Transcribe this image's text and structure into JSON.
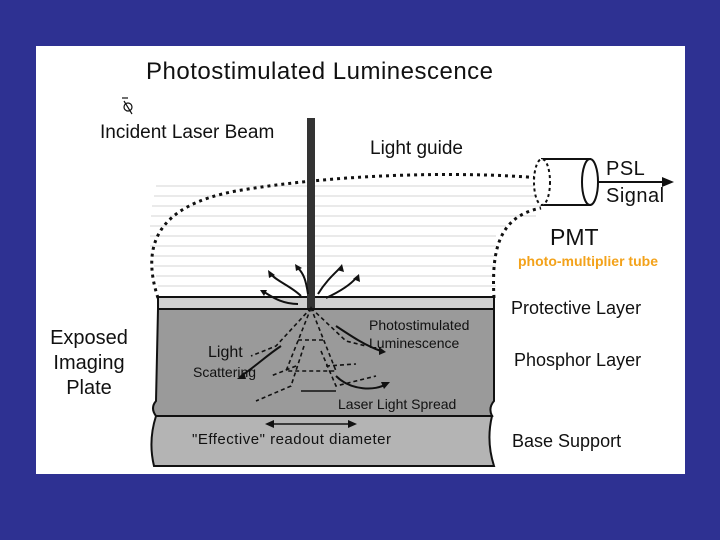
{
  "title": "Photostimulated Luminescence",
  "labels": {
    "incident_beam": "Incident Laser Beam",
    "light_guide": "Light guide",
    "psl_signal_line1": "PSL",
    "psl_signal_line2": "Signal",
    "pmt": "PMT",
    "pmt_full": "photo-multiplier tube",
    "protective_layer": "Protective Layer",
    "phosphor_layer": "Phosphor Layer",
    "base_support": "Base Support",
    "exposed_line1": "Exposed",
    "exposed_line2": "Imaging",
    "exposed_line3": "Plate",
    "psl_inner_line1": "Photostimulated",
    "psl_inner_line2": "Luminescence",
    "light": "Light",
    "scattering": "Scattering",
    "laser_spread": "Laser Light Spread",
    "effective_diameter": "\"Effective\" readout diameter"
  },
  "colors": {
    "background": "#2e3192",
    "panel": "#ffffff",
    "pmt_annotation": "#f3a21a",
    "phosphor": "#9a9a9a",
    "base": "#b4b4b4",
    "protective": "#d0d0d0"
  },
  "icons": [
    "laser-source-icon",
    "pmt-cylinder-icon"
  ]
}
